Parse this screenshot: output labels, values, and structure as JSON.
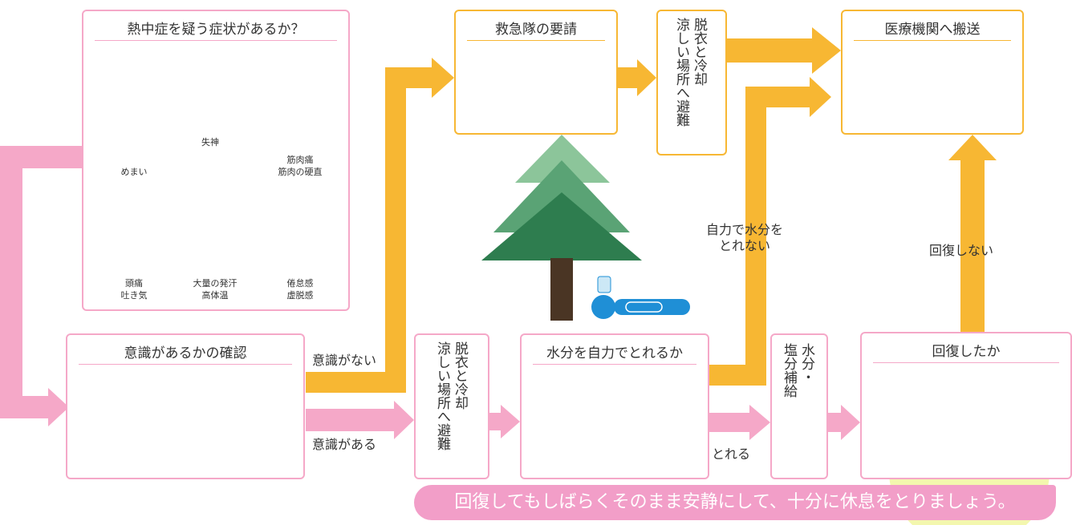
{
  "symptoms": {
    "title": "熱中症を疑う症状があるか？",
    "items": [
      "めまい",
      "失神",
      "筋肉痛\n筋肉の硬直",
      "頭痛\n吐き気",
      "大量の発汗\n高体温",
      "倦怠感\n虚脱感"
    ]
  },
  "consciousness_check": {
    "title": "意識があるかの確認"
  },
  "edges": {
    "unconscious": "意識がない",
    "conscious": "意識がある",
    "cannot_drink": "自力で水分を\nとれない",
    "can_drink": "とれる",
    "not_recovered": "回復しない"
  },
  "ambulance": {
    "title": "救急隊の要請"
  },
  "cooling_top": {
    "text": "脱衣と冷却\n涼しい場所へ避難"
  },
  "cooling_mid": {
    "text": "脱衣と冷却\n涼しい場所へ避難"
  },
  "hospital": {
    "title": "医療機関へ搬送"
  },
  "drink_check": {
    "title": "水分を自力でとれるか"
  },
  "hydration": {
    "text": "水分・\n塩分補給"
  },
  "recovery": {
    "title": "回復したか"
  },
  "note": {
    "text": "回復してもしばらくそのまま安静にして、十分に休息をとりましょう。"
  },
  "colors": {
    "pink": "#f5a8c8",
    "orange": "#f7b733",
    "blue": "#1f8fd6",
    "tree": "#2e7d4f"
  }
}
